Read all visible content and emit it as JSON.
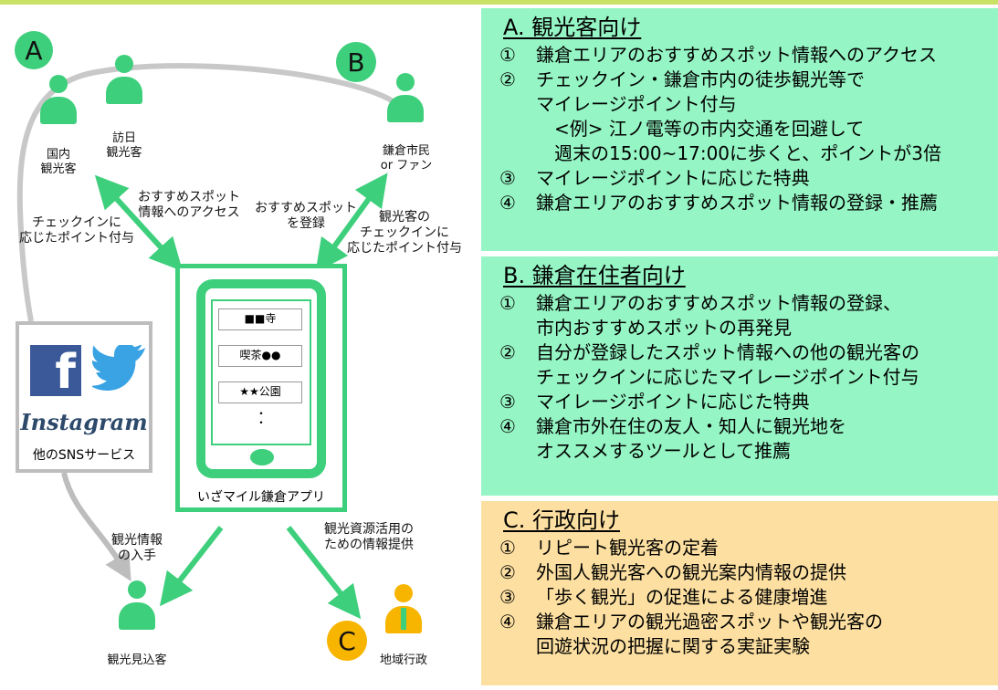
{
  "colors": {
    "green": "#3ecf7c",
    "panel_green": "#95f5c4",
    "panel_yellow": "#fde0a1",
    "yellow": "#f7b500",
    "gray": "#bdbdbd",
    "top_bar": "#c9e265"
  },
  "diagram": {
    "circle_a": "A",
    "circle_b": "B",
    "circle_c": "C",
    "person_domestic": "国内\n観光客",
    "person_visiting": "訪日\n観光客",
    "person_resident": "鎌倉市民\nor ファン",
    "person_prospect": "観光見込客",
    "person_government": "地域行政",
    "arrow_checkin_a": "チェックインに\n応じたポイント付与",
    "arrow_access_a": "おすすめスポット\n情報へのアクセス",
    "arrow_register_b": "おすすめスポット\nを登録",
    "arrow_checkin_b": "観光客の\nチェックインに\n応じたポイント付与",
    "arrow_info": "観光情報\nの入手",
    "arrow_resource": "観光資源活用の\nための情報提供",
    "sns": {
      "facebook": "f",
      "instagram": "Instagram",
      "label": "他のSNSサービス"
    },
    "app": {
      "cards": [
        "■■寺",
        "喫茶●●",
        "★★公園"
      ],
      "dots": "・\n・",
      "label": "いざマイル鎌倉アプリ"
    }
  },
  "panels": [
    {
      "title": "A. 観光客向け",
      "items": [
        {
          "num": "①",
          "text": "鎌倉エリアのおすすめスポット情報へのアクセス"
        },
        {
          "num": "②",
          "text": "チェックイン・鎌倉市内の徒歩観光等で\nマイレージポイント付与\n　<例> 江ノ電等の市内交通を回避して\n　週末の15:00~17:00に歩くと、ポイントが3倍"
        },
        {
          "num": "③",
          "text": "マイレージポイントに応じた特典"
        },
        {
          "num": "④",
          "text": "鎌倉エリアのおすすめスポット情報の登録・推薦"
        }
      ]
    },
    {
      "title": "B. 鎌倉在住者向け",
      "items": [
        {
          "num": "①",
          "text": "鎌倉エリアのおすすめスポット情報の登録、\n市内おすすめスポットの再発見"
        },
        {
          "num": "②",
          "text": "自分が登録したスポット情報への他の観光客の\nチェックインに応じたマイレージポイント付与"
        },
        {
          "num": "③",
          "text": "マイレージポイントに応じた特典"
        },
        {
          "num": "④",
          "text": "鎌倉市外在住の友人・知人に観光地を\nオススメするツールとして推薦"
        }
      ]
    },
    {
      "title": "C. 行政向け",
      "items": [
        {
          "num": "①",
          "text": "リピート観光客の定着"
        },
        {
          "num": "②",
          "text": "外国人観光客への観光案内情報の提供"
        },
        {
          "num": "③",
          "text": "「歩く観光」の促進による健康増進"
        },
        {
          "num": "④",
          "text": "鎌倉エリアの観光過密スポットや観光客の\n回遊状況の把握に関する実証実験"
        }
      ]
    }
  ]
}
